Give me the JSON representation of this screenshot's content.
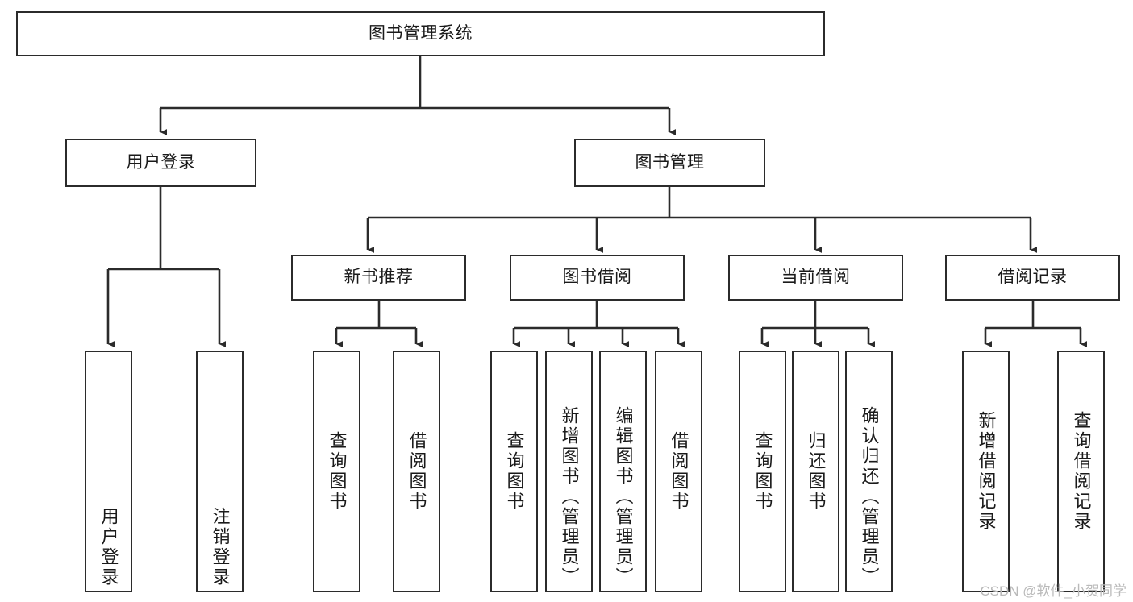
{
  "diagram": {
    "title": "图书管理系统",
    "type": "tree-hierarchy-diagram",
    "colors": {
      "stroke": "#2b2b2b",
      "fill": "#ffffff",
      "text": "#1a1a1a",
      "watermark": "#b9b9b9"
    },
    "nodes": {
      "root": {
        "label": "图书管理系统"
      },
      "level2": [
        {
          "label": "用户登录"
        },
        {
          "label": "图书管理"
        }
      ],
      "level3": [
        {
          "label": "新书推荐"
        },
        {
          "label": "图书借阅"
        },
        {
          "label": "当前借阅"
        },
        {
          "label": "借阅记录"
        }
      ],
      "leaves_user_login": [
        {
          "label": "用户登录"
        },
        {
          "label": "注销登录"
        }
      ],
      "leaves_new_books": [
        {
          "label": "查询图书"
        },
        {
          "label": "借阅图书"
        }
      ],
      "leaves_borrow": [
        {
          "label": "查询图书"
        },
        {
          "label": "新增图书（管理员）"
        },
        {
          "label": "编辑图书（管理员）"
        },
        {
          "label": "借阅图书"
        }
      ],
      "leaves_current": [
        {
          "label": "查询图书"
        },
        {
          "label": "归还图书"
        },
        {
          "label": "确认归还（管理员）"
        }
      ],
      "leaves_records": [
        {
          "label": "新增借阅记录"
        },
        {
          "label": "查询借阅记录"
        }
      ]
    }
  },
  "watermark": {
    "text": "CSDN @软件_小贺同学"
  }
}
